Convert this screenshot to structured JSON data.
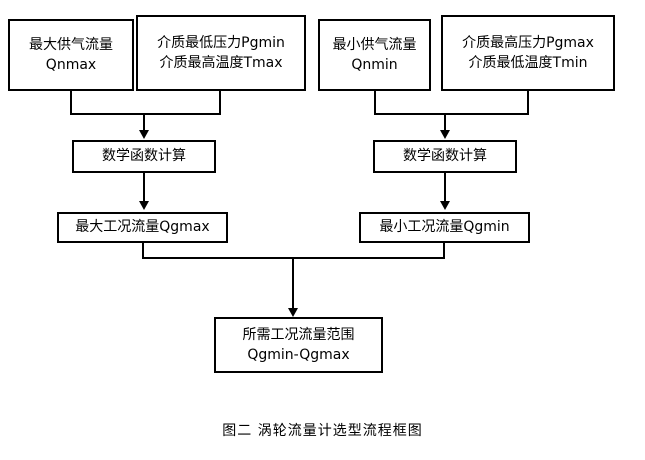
{
  "diagram": {
    "caption": "图二  涡轮流量计选型流程框图",
    "nodes": {
      "qnmax": {
        "line1": "最大供气流量",
        "line2": "Qnmax"
      },
      "pgmin_tmax": {
        "line1": "介质最低压力Pgmin",
        "line2": "介质最高温度Tmax"
      },
      "qnmin": {
        "line1": "最小供气流量",
        "line2": "Qnmin"
      },
      "pgmax_tmin": {
        "line1": "介质最高压力Pgmax",
        "line2": "介质最低温度Tmin"
      },
      "math_left": {
        "line1": "数学函数计算"
      },
      "math_right": {
        "line1": "数学函数计算"
      },
      "qgmax": {
        "line1": "最大工况流量Qgmax"
      },
      "qgmin": {
        "line1": "最小工况流量Qgmin"
      },
      "result": {
        "line1": "所需工况流量范围",
        "line2": "Qgmin-Qgmax"
      }
    },
    "colors": {
      "stroke": "#000000",
      "fill": "#ffffff",
      "text": "#000000"
    }
  }
}
